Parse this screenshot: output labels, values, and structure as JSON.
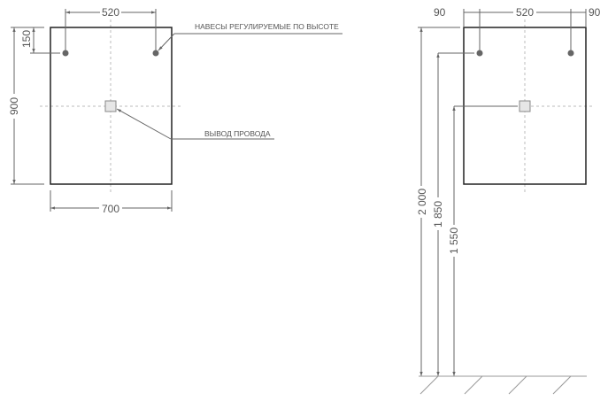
{
  "front_view": {
    "dim_hinge_spacing": "520",
    "dim_hinge_offset": "150",
    "dim_height": "900",
    "dim_width": "700",
    "label_hinges": "НАВЕСЫ РЕГУЛИРУЕМЫЕ ПО ВЫСОТЕ",
    "label_wire": "ВЫВОД ПРОВОДА"
  },
  "mount_view": {
    "dim_left_margin": "90",
    "dim_hinge_spacing": "520",
    "dim_right_margin": "90",
    "dim_top_height": "2 000",
    "dim_hinge_height": "1 850",
    "dim_wire_height": "1 550"
  }
}
